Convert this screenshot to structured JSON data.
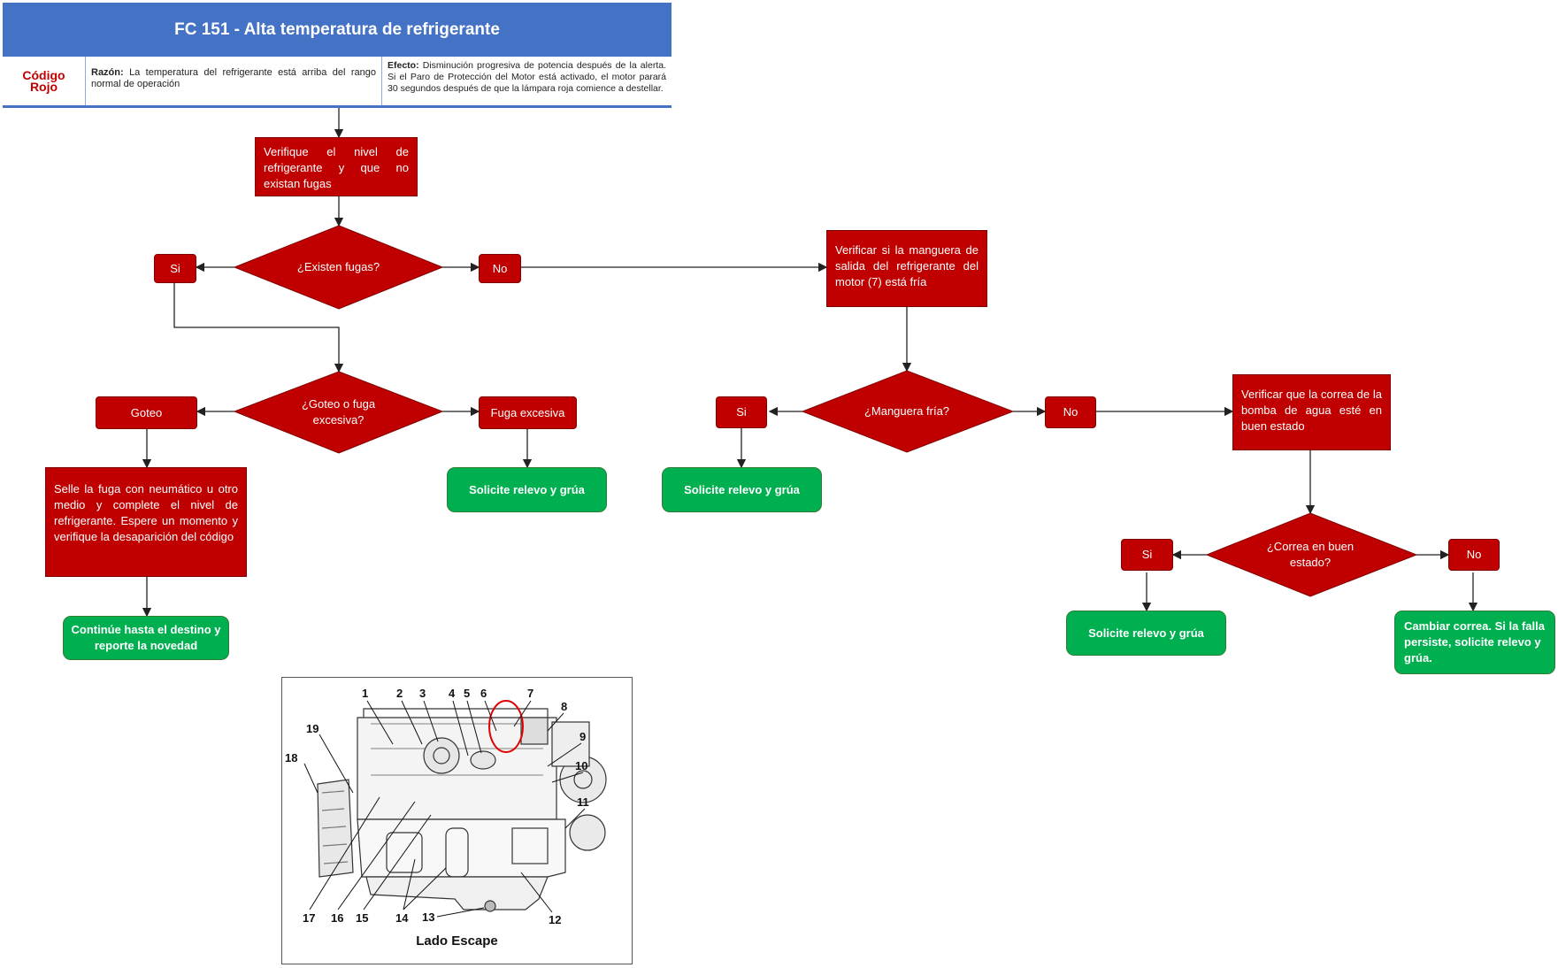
{
  "header": {
    "title": "FC 151 - Alta temperatura de refrigerante",
    "code_label": "Código Rojo",
    "reason_label": "Razón:",
    "reason_text": "La temperatura del refrigerante está arriba del rango normal de operación",
    "effect_label": "Efecto:",
    "effect_text": "Disminución progresiva de potencia después de la alerta. Si el Paro de Protección del Motor está activado, el motor parará 30 segundos después de que la lámpara roja comience a destellar."
  },
  "nodes": {
    "check_level": "Verifique el nivel de refrigerante y que no existan fugas",
    "q_leaks": "¿Existen fugas?",
    "leaks_yes": "Si",
    "leaks_no": "No",
    "check_hose": "Verificar si la manguera de salida del refrigerante del motor (7) está fría",
    "q_drip": "¿Goteo o fuga excesiva?",
    "drip": "Goteo",
    "excessive": "Fuga excesiva",
    "seal_leak": "Selle la fuga con neumático u otro medio y complete el nivel de refrigerante. Espere un momento y verifique la desaparición del código",
    "continue": "Continúe hasta el destino y reporte la novedad",
    "relief_1": "Solicite relevo y grúa",
    "q_hose": "¿Manguera fría?",
    "hose_yes": "Si",
    "hose_no": "No",
    "relief_2": "Solicite relevo y grúa",
    "check_belt": "Verificar que la correa de la bomba de agua esté en buen estado",
    "q_belt": "¿Correa en buen estado?",
    "belt_yes": "Si",
    "belt_no": "No",
    "relief_3": "Solicite relevo y grúa",
    "change_belt": "Cambiar correa. Si la falla persiste, solicite relevo y grúa."
  },
  "engine_figure": {
    "caption": "Lado Escape",
    "callouts": [
      "1",
      "2",
      "3",
      "4",
      "5",
      "6",
      "7",
      "8",
      "9",
      "10",
      "11",
      "12",
      "13",
      "14",
      "15",
      "16",
      "17",
      "18",
      "19"
    ]
  },
  "colors": {
    "header_blue": "#4472c4",
    "process_red": "#c00000",
    "terminal_green": "#00b050"
  }
}
